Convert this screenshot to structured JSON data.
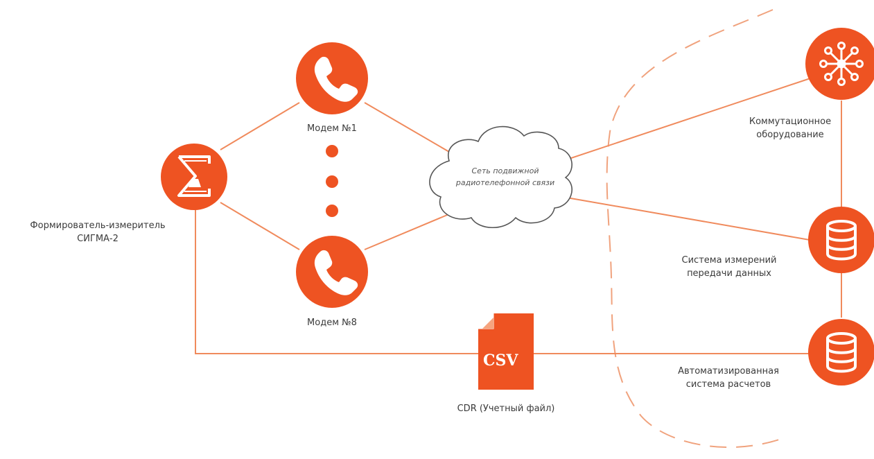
{
  "colors": {
    "accent": "#ee5322",
    "line": "#f08a5c",
    "dash": "#f0a27d",
    "text": "#3a3a3a"
  },
  "nodes": {
    "sigma": {
      "label_line1": "Формирователь-измеритель",
      "label_line2": "СИГМА-2",
      "icon": "hourglass-sigma-icon"
    },
    "modem1": {
      "label": "Модем №1",
      "icon": "phone-icon"
    },
    "modem8": {
      "label": "Модем №8",
      "icon": "phone-icon"
    },
    "network": {
      "label_line1": "Сеть подвижной",
      "label_line2": "радиотелефонной связи"
    },
    "switching": {
      "label_line1": "Коммутационное",
      "label_line2": "оборудование",
      "icon": "network-hub-icon"
    },
    "measurement": {
      "label_line1": "Система измерений",
      "label_line2": "передачи данных",
      "icon": "database-icon"
    },
    "billing": {
      "label_line1": "Автоматизированная",
      "label_line2": "система расчетов",
      "icon": "database-icon"
    },
    "cdr": {
      "badge": "CSV",
      "label": "CDR (Учетный файл)",
      "icon": "csv-file-icon"
    }
  }
}
